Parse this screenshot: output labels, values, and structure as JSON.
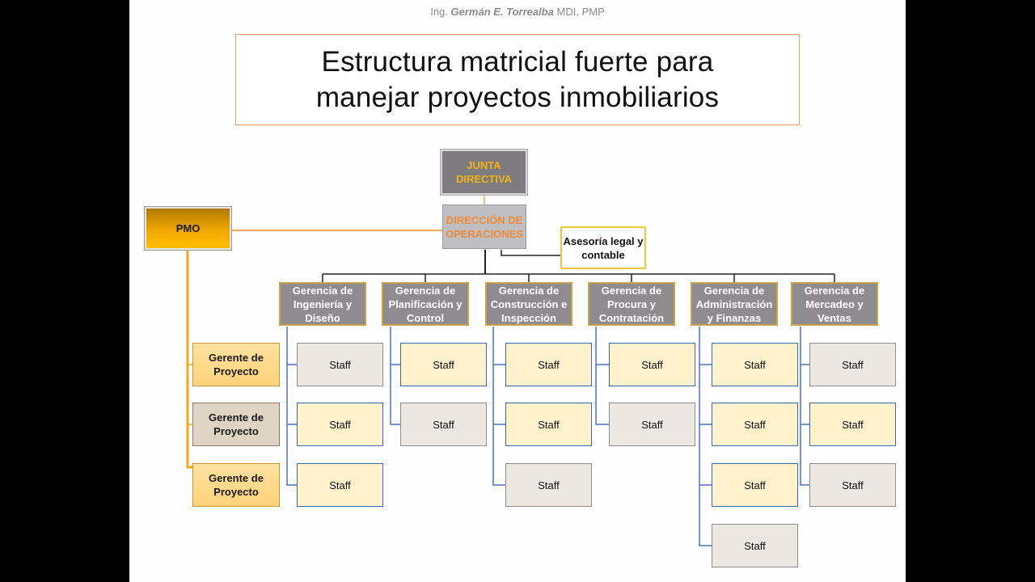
{
  "header": {
    "author_prefix": "Ing.",
    "author_name": "Germán E. Torrealba",
    "author_suffix": "MDI, PMP"
  },
  "title": "Estructura matricial fuerte para\nmanejar proyectos inmobiliarios",
  "nodes": {
    "junta": "JUNTA\nDIRECTIVA",
    "direccion": "DIRECCIÓN DE\nOPERACIONES",
    "pmo": "PMO",
    "asesoria": "Asesoría legal y\ncontable"
  },
  "gerencias": [
    {
      "label": "Gerencia de\nIngeniería y\nDiseño",
      "staff": [
        "Staff",
        "Staff",
        "Staff"
      ],
      "staff_colors": [
        "gray",
        "yellow",
        "yellow"
      ]
    },
    {
      "label": "Gerencia de\nPlanificación y\nControl",
      "staff": [
        "Staff",
        "Staff"
      ],
      "staff_colors": [
        "yellow",
        "gray"
      ]
    },
    {
      "label": "Gerencia de\nConstrucción e\nInspección",
      "staff": [
        "Staff",
        "Staff",
        "Staff"
      ],
      "staff_colors": [
        "yellow",
        "yellow",
        "gray"
      ]
    },
    {
      "label": "Gerencia de\nProcura y\nContratación",
      "staff": [
        "Staff",
        "Staff"
      ],
      "staff_colors": [
        "yellow",
        "gray"
      ]
    },
    {
      "label": "Gerencia de\nAdministración\ny Finanzas",
      "staff": [
        "Staff",
        "Staff",
        "Staff",
        "Staff"
      ],
      "staff_colors": [
        "yellow",
        "yellow",
        "yellow",
        "gray"
      ]
    },
    {
      "label": "Gerencia de\nMercadeo y\nVentas",
      "staff": [
        "Staff",
        "Staff",
        "Staff"
      ],
      "staff_colors": [
        "gray",
        "yellow",
        "gray"
      ]
    }
  ],
  "gerentes": [
    {
      "label": "Gerente de\nProyecto",
      "color": "yellow"
    },
    {
      "label": "Gerente de\nProyecto",
      "color": "tan"
    },
    {
      "label": "Gerente de\nProyecto",
      "color": "yellow"
    }
  ],
  "colors": {
    "title_border": "#f0a060",
    "junta_bg": "#7e7c7f",
    "junta_text": "#f4b21a",
    "direccion_bg": "#bfbec1",
    "direccion_text": "#ef8a3a",
    "pmo_gold": "#ffc000",
    "gerencia_bg": "#8e8c8f",
    "staff_yellow": "#fff2cc",
    "staff_gray": "#ede7e1",
    "connector_blue": "#4a72c0",
    "connector_orange": "#f7a35c",
    "pmo_connector": "#f5a623"
  }
}
